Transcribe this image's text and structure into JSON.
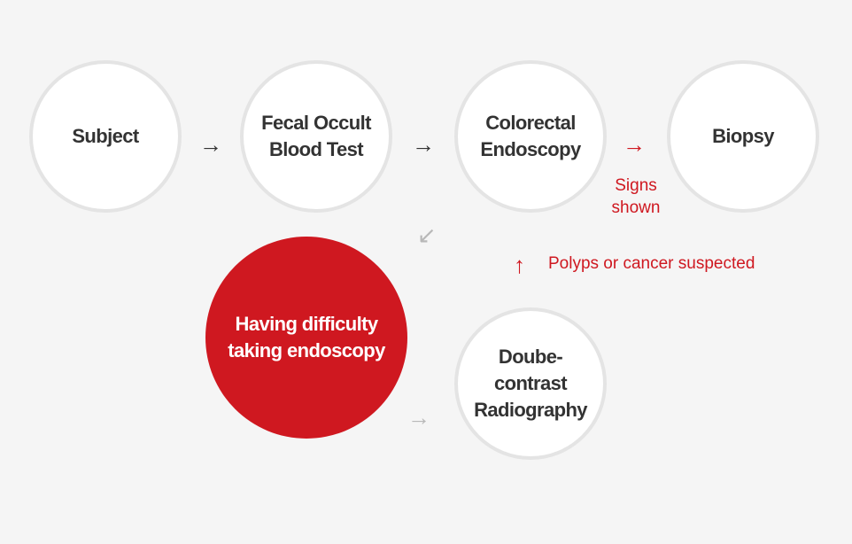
{
  "colors": {
    "background": "#f5f5f5",
    "circle_fill": "#ffffff",
    "circle_border": "#e4e4e4",
    "highlight": "#cf1820",
    "text_dark": "#333333",
    "accent_red": "#cf1820",
    "arrow_grey": "#b8b8b8"
  },
  "nodes": {
    "subject": "Subject",
    "fecal_occult_blood_test": "Fecal Occult\nBlood Test",
    "colorectal_endoscopy": "Colorectal\nEndoscopy",
    "biopsy": "Biopsy",
    "difficulty_endoscopy": "Having difficulty\ntaking endoscopy",
    "double_contrast_radiography": "Doube-\ncontrast\nRadiography"
  },
  "arrows": {
    "right": "→",
    "up": "↑",
    "down_left": "↙"
  },
  "notes": {
    "signs_shown": "Signs\nshown",
    "polyps_suspected": "Polyps or cancer suspected"
  }
}
